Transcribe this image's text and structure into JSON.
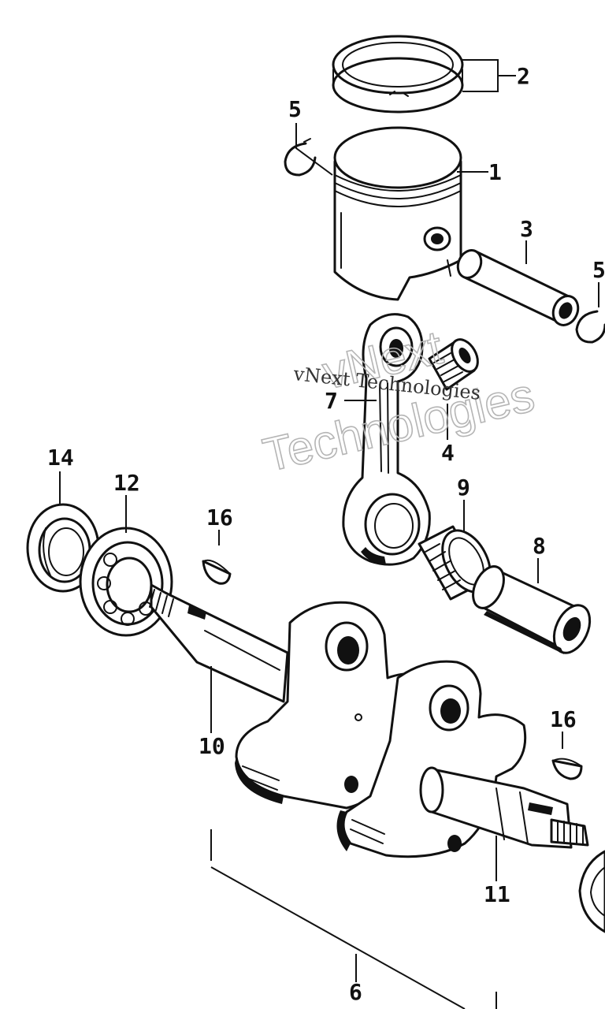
{
  "callouts": {
    "c1": "1",
    "c2": "2",
    "c3": "3",
    "c4": "4",
    "c5a": "5",
    "c5b": "5",
    "c6": "6",
    "c7": "7",
    "c8": "8",
    "c9": "9",
    "c10": "10",
    "c11": "11",
    "c12": "12",
    "c14": "14",
    "c16a": "16",
    "c16b": "16"
  },
  "watermark": {
    "line1": "vNext",
    "line2": "Technologies",
    "serif": "vNext Technologies"
  }
}
